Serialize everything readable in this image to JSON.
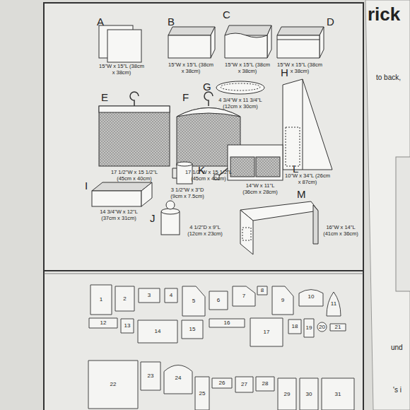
{
  "diagram": {
    "nodes": [
      {
        "text": [
          "1"
        ]
      },
      {
        "text": [
          "2"
        ]
      },
      {
        "text": [
          "3"
        ]
      },
      {
        "text": [
          "4"
        ]
      },
      {
        "text": [
          "5"
        ]
      },
      {
        "text": [
          "6"
        ]
      },
      {
        "text": [
          "7"
        ]
      },
      {
        "text": [
          "8"
        ]
      },
      {
        "text": [
          "9"
        ]
      },
      {
        "text": [
          "10"
        ]
      },
      {
        "text": [
          "11"
        ]
      },
      {
        "text": [
          "12"
        ]
      },
      {
        "text": [
          "13"
        ]
      },
      {
        "text": [
          "14"
        ]
      },
      {
        "text": [
          "15"
        ]
      },
      {
        "text": [
          "16"
        ]
      },
      {
        "text": [
          "17"
        ]
      },
      {
        "text": [
          "18"
        ]
      },
      {
        "text": [
          "19"
        ]
      },
      {
        "text": [
          "20"
        ]
      },
      {
        "text": [
          "21"
        ]
      },
      {
        "text": [
          "22"
        ]
      },
      {
        "text": [
          "23"
        ]
      },
      {
        "text": [
          "24"
        ]
      },
      {
        "text": [
          "25"
        ]
      },
      {
        "text": [
          "26"
        ]
      },
      {
        "text": [
          "27"
        ]
      },
      {
        "text": [
          "28"
        ]
      },
      {
        "text": [
          "29"
        ]
      },
      {
        "text": [
          "30"
        ]
      },
      {
        "text": [
          "31"
        ]
      }
    ],
    "edges": [],
    "labels": [
      "A",
      "15\"W x 15\"L (38cm x 38cm)",
      "B",
      "15\"W x 15\"L (38cm x 38cm)",
      "C",
      "15\"W x 15\"L (38cm x 38cm)",
      "D",
      "15\"W x 15\"L (38cm x 38cm)",
      "E",
      "17 1/2\"W x 15 1/2\"L (45cm x 40cm)",
      "F",
      "17 1/2\"W x 15 1/2\"L (45cm x 40cm)",
      "G",
      "4 3/4\"W x 11 3/4\"L (12cm x 30cm)",
      "H",
      "10\"W x 34\"L (26cm x 87cm)",
      "I",
      "14 3/4\"W x 12\"L (37cm x 31cm)",
      "K",
      "3 1/2\"W x 3\"D (9cm x 7.5cm)",
      "L",
      "14\"W x 11\"L (36cm x 28cm)",
      "J",
      "4 1/2\"D x 9\"L (12cm x 23cm)",
      "M",
      "16\"W x 14\"L (41cm x 36cm)",
      "rick",
      "to back,",
      "und",
      "'s i"
    ]
  }
}
